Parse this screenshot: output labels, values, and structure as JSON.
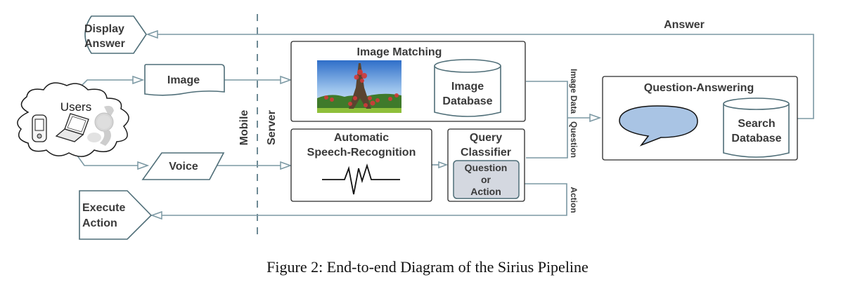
{
  "figure": {
    "caption": "Figure 2: End-to-end Diagram of the Sirius Pipeline"
  },
  "mobile_side": {
    "users_label": "Users",
    "device_icons": [
      "smartphone-icon",
      "laptop-icon",
      "smartwatch-icon"
    ],
    "display_answer": [
      "Display",
      "Answer"
    ],
    "image_input": "Image",
    "voice_input": "Voice",
    "execute_action": [
      "Execute",
      "Action"
    ]
  },
  "divider": {
    "mobile_label": "Mobile",
    "server_label": "Server"
  },
  "server_side": {
    "image_matching": {
      "title": "Image Matching",
      "photo": "eiffel-tower-photo-with-keypoints",
      "database": [
        "Image",
        "Database"
      ]
    },
    "asr": {
      "title": [
        "Automatic",
        "Speech-Recognition"
      ],
      "icon": "waveform-icon"
    },
    "query_classifier": {
      "title": [
        "Query",
        "Classifier"
      ],
      "decision": [
        "Question",
        "or",
        "Action"
      ]
    },
    "question_answering": {
      "title": "Question-Answering",
      "icon": "speech-bubble-icon",
      "database": [
        "Search",
        "Database"
      ]
    }
  },
  "edge_labels": {
    "image_data": "Image Data",
    "question": "Question",
    "action": "Action",
    "answer": "Answer"
  },
  "colors": {
    "connector": "#7b98a3",
    "shape_stroke": "#4f6e78",
    "classifier_fill": "#d4d8e0",
    "bubble_fill": "#a9c4e4"
  }
}
